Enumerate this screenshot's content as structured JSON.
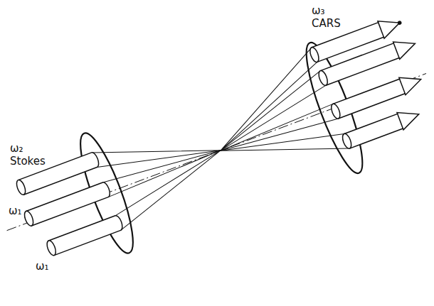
{
  "diagram": {
    "labels": [
      "ω₂ Stokes",
      "ω₁",
      "ω₁",
      "ω₃ CARS"
    ]
  }
}
